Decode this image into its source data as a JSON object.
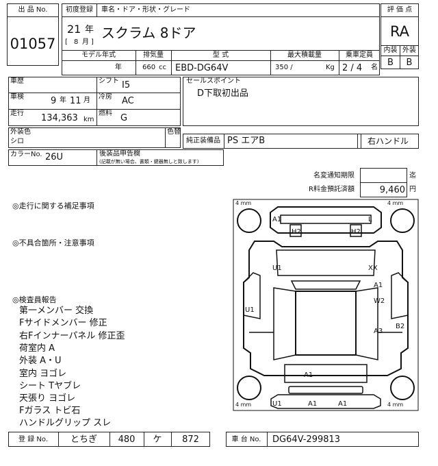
{
  "header": {
    "lot_no_label": "出 品 No.",
    "lot_no": "01057",
    "first_reg_label": "初度登録",
    "name_label": "車名・ドア・形状・グレード",
    "rating_label": "評 価 点",
    "year": "21",
    "year_unit": "年",
    "month_open": "[",
    "month": "8",
    "month_unit": "月",
    "month_close": "]",
    "car_name": "スクラム 8ドア",
    "score": "RA",
    "interior_label": "内装",
    "exterior_label": "外装",
    "interior": "B",
    "exterior": "B"
  },
  "spec_row": {
    "model_year_label": "モデル年式",
    "displacement_label": "排気量",
    "type_label": "型 式",
    "max_load_label": "最大積載量",
    "capacity_label": "乗車定員",
    "model_year_unit": "年",
    "displacement": "660",
    "displacement_unit": "cc",
    "type": "EBD-DG64V",
    "max_load": "350 /",
    "max_load_unit": "Kg",
    "capacity": "2 / 4",
    "capacity_unit": "名"
  },
  "details": {
    "history_label": "車歴",
    "shift_label": "シフト",
    "shift": "I5",
    "sales_point_label": "セールスポイント",
    "sales_point": "D下取初出品",
    "inspection_label": "車検",
    "inspection_year": "9",
    "inspection_year_unit": "年",
    "inspection_month": "11",
    "inspection_month_unit": "月",
    "ac_label": "冷房",
    "ac": "AC",
    "mileage_label": "走行",
    "mileage": "134,363",
    "mileage_unit": "km",
    "fuel_label": "燃料",
    "fuel": "G",
    "color_label": "外装色",
    "color": "シロ",
    "color_change_label": "色替",
    "equipment_label": "純正装備品",
    "equipment": "PS エアB",
    "steering": "右ハンドル",
    "color_no_label": "カラーNo.",
    "color_no": "26U",
    "aftermarket_label": "後装品申告欄",
    "aftermarket_note": "(記載が無い場合、書類・鍵器無しと致します)"
  },
  "fees": {
    "name_change_label": "名変通知期限",
    "name_change_unit": "迄",
    "recycle_label": "R料金預託済額",
    "recycle": "9,460",
    "recycle_unit": "円"
  },
  "notes": {
    "driving_title": "◎走行に関する補足事項",
    "defects_title": "◎不具合箇所・注意事項",
    "inspector_title": "◎検査員報告",
    "inspector_lines": [
      "第一メンバー 交換",
      "Fサイドメンバー 修正",
      "右Fインナーパネル 修正歪",
      "荷室内 A",
      "外装 A・U",
      "室内 ヨゴレ",
      "シート Tヤブレ",
      "天張り ヨゴレ",
      "Fガラス トビ石",
      "ハンドルグリップ スレ"
    ]
  },
  "diagram": {
    "tire_labels": [
      "4 mm",
      "4 mm",
      "4 mm",
      "4 mm"
    ],
    "marks": {
      "top_a1": "A1",
      "top_l": "L",
      "h2_left": "H2",
      "h2_right": "H2",
      "u1_upper": "U1",
      "xx": "XX",
      "a1_right": "A1",
      "w2": "W2",
      "u1_left": "U1",
      "a3": "A3",
      "b2": "B2",
      "a1_cargo": "A1",
      "bottom_u1": "U1",
      "bottom_a1_1": "A1",
      "bottom_a1_2": "A1"
    }
  },
  "footer": {
    "reg_no_label": "登 録 No.",
    "reg_area": "とちぎ",
    "reg_class": "480",
    "reg_kana": "ケ",
    "reg_number": "872",
    "chassis_label": "車 台 No.",
    "chassis": "DG64V-299813"
  }
}
